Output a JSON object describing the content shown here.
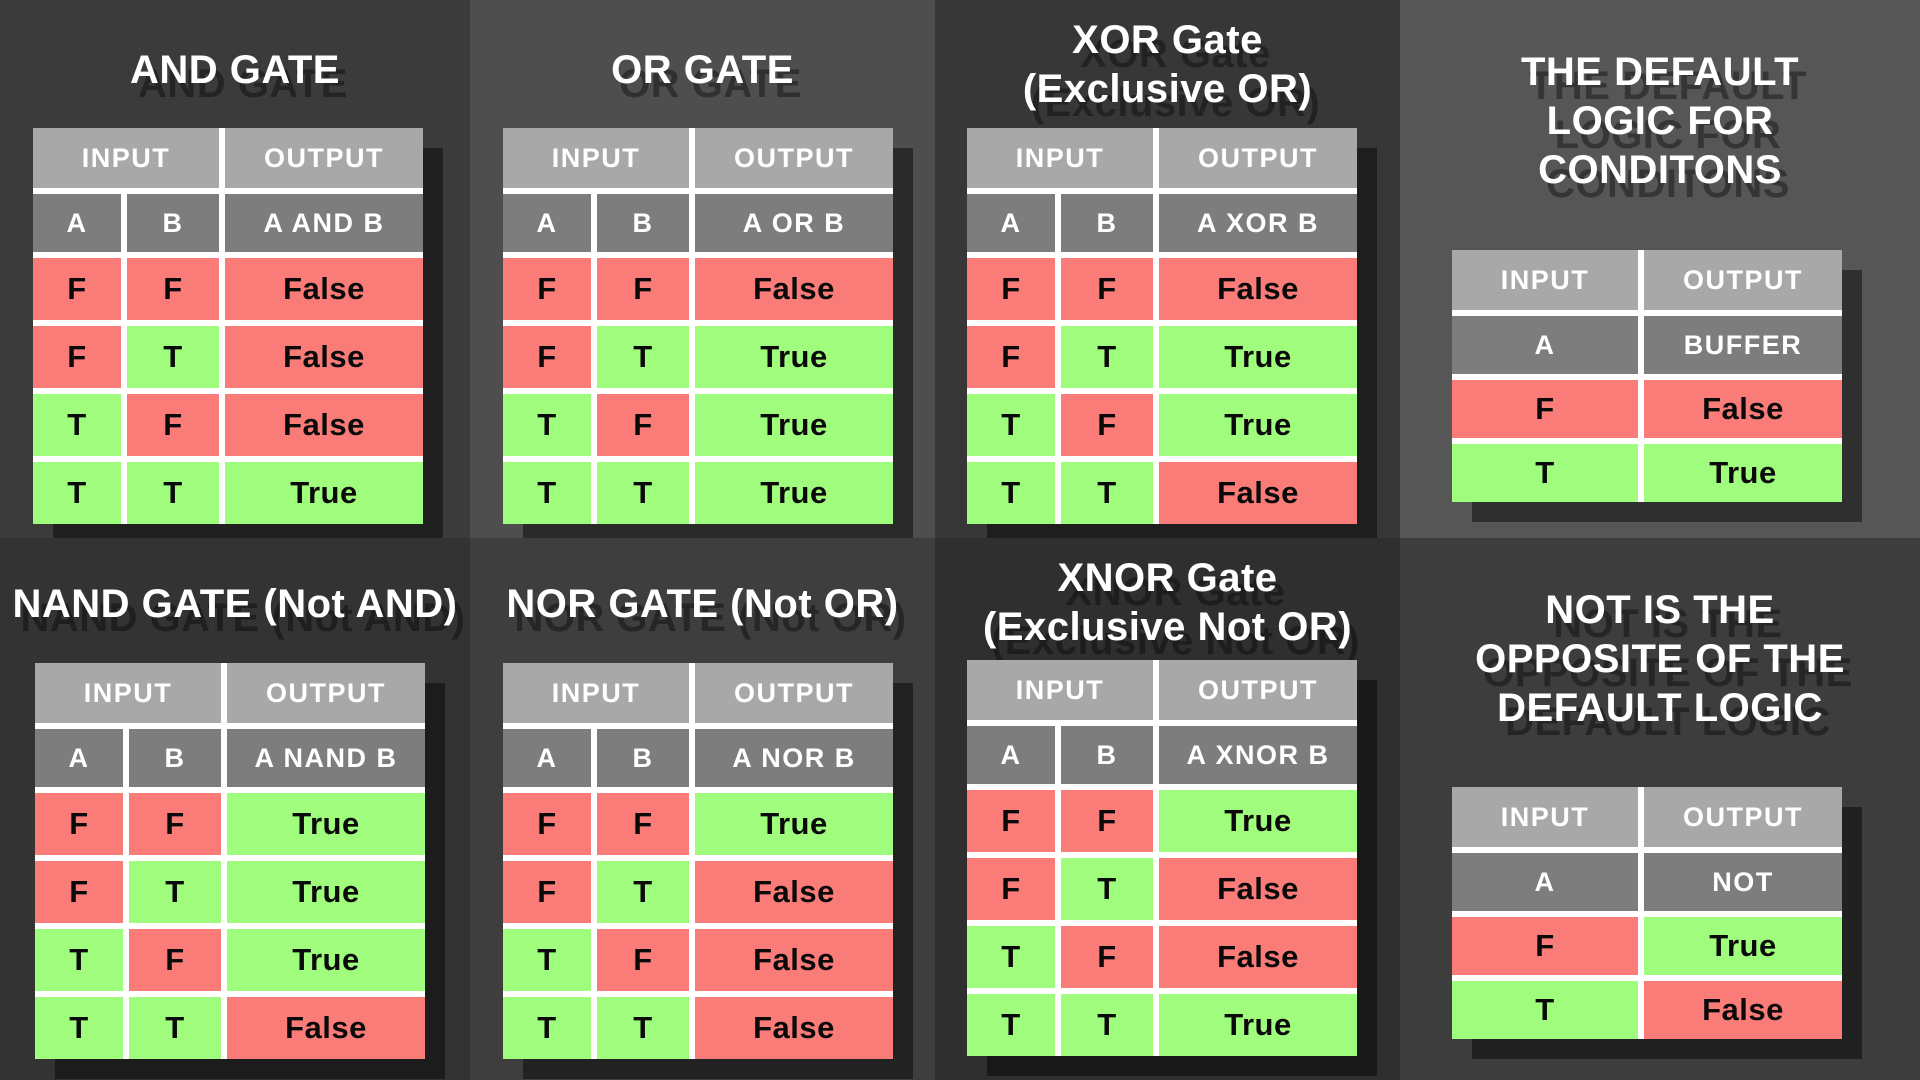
{
  "slide": {
    "colors": {
      "true_green": "#9ffc7d",
      "false_red": "#f97c78",
      "header_light": "#a8a8a8",
      "header_dark": "#7d7d7d",
      "cell_gap_white": "#ffffff",
      "title_text": "#ffffff"
    },
    "panels": [
      {
        "name": "and-gate",
        "bg": "#3b3b3b",
        "title": "AND GATE",
        "table": {
          "input_header": "INPUT",
          "output_header": "OUTPUT",
          "col_a": "A",
          "col_b": "B",
          "col_out": "A AND B",
          "rows": [
            {
              "a": "F",
              "b": "F",
              "out": "False"
            },
            {
              "a": "F",
              "b": "T",
              "out": "False"
            },
            {
              "a": "T",
              "b": "F",
              "out": "False"
            },
            {
              "a": "T",
              "b": "T",
              "out": "True"
            }
          ]
        }
      },
      {
        "name": "or-gate",
        "bg": "#4e4e4e",
        "title": "OR GATE",
        "table": {
          "input_header": "INPUT",
          "output_header": "OUTPUT",
          "col_a": "A",
          "col_b": "B",
          "col_out": "A OR B",
          "rows": [
            {
              "a": "F",
              "b": "F",
              "out": "False"
            },
            {
              "a": "F",
              "b": "T",
              "out": "True"
            },
            {
              "a": "T",
              "b": "F",
              "out": "True"
            },
            {
              "a": "T",
              "b": "T",
              "out": "True"
            }
          ]
        }
      },
      {
        "name": "xor-gate",
        "bg": "#373737",
        "title": "XOR Gate\n(Exclusive OR)",
        "table": {
          "input_header": "INPUT",
          "output_header": "OUTPUT",
          "col_a": "A",
          "col_b": "B",
          "col_out": "A XOR B",
          "rows": [
            {
              "a": "F",
              "b": "F",
              "out": "False"
            },
            {
              "a": "F",
              "b": "T",
              "out": "True"
            },
            {
              "a": "T",
              "b": "F",
              "out": "True"
            },
            {
              "a": "T",
              "b": "T",
              "out": "False"
            }
          ]
        }
      },
      {
        "name": "default-buffer",
        "bg": "#565656",
        "title": "THE DEFAULT\nLOGIC FOR\nCONDITONS",
        "table": {
          "input_header": "INPUT",
          "output_header": "OUTPUT",
          "col_a": "A",
          "col_out": "BUFFER",
          "rows": [
            {
              "a": "F",
              "out": "False"
            },
            {
              "a": "T",
              "out": "True"
            }
          ]
        }
      },
      {
        "name": "nand-gate",
        "bg": "#333333",
        "title": "NAND GATE (Not AND)",
        "table": {
          "input_header": "INPUT",
          "output_header": "OUTPUT",
          "col_a": "A",
          "col_b": "B",
          "col_out": "A NAND B",
          "rows": [
            {
              "a": "F",
              "b": "F",
              "out": "True"
            },
            {
              "a": "F",
              "b": "T",
              "out": "True"
            },
            {
              "a": "T",
              "b": "F",
              "out": "True"
            },
            {
              "a": "T",
              "b": "T",
              "out": "False"
            }
          ]
        }
      },
      {
        "name": "nor-gate",
        "bg": "#3e3e3e",
        "title": "NOR GATE (Not OR)",
        "table": {
          "input_header": "INPUT",
          "output_header": "OUTPUT",
          "col_a": "A",
          "col_b": "B",
          "col_out": "A NOR B",
          "rows": [
            {
              "a": "F",
              "b": "F",
              "out": "True"
            },
            {
              "a": "F",
              "b": "T",
              "out": "False"
            },
            {
              "a": "T",
              "b": "F",
              "out": "False"
            },
            {
              "a": "T",
              "b": "T",
              "out": "False"
            }
          ]
        }
      },
      {
        "name": "xnor-gate",
        "bg": "#2f2f2f",
        "title": "XNOR Gate\n(Exclusive Not OR)",
        "table": {
          "input_header": "INPUT",
          "output_header": "OUTPUT",
          "col_a": "A",
          "col_b": "B",
          "col_out": "A XNOR B",
          "rows": [
            {
              "a": "F",
              "b": "F",
              "out": "True"
            },
            {
              "a": "F",
              "b": "T",
              "out": "False"
            },
            {
              "a": "T",
              "b": "F",
              "out": "False"
            },
            {
              "a": "T",
              "b": "T",
              "out": "True"
            }
          ]
        }
      },
      {
        "name": "not-gate",
        "bg": "#3d3d3d",
        "title": "NOT IS THE\nOPPOSITE OF THE\nDEFAULT LOGIC",
        "table": {
          "input_header": "INPUT",
          "output_header": "OUTPUT",
          "col_a": "A",
          "col_out": "NOT",
          "rows": [
            {
              "a": "F",
              "out": "True"
            },
            {
              "a": "T",
              "out": "False"
            }
          ]
        }
      }
    ]
  }
}
